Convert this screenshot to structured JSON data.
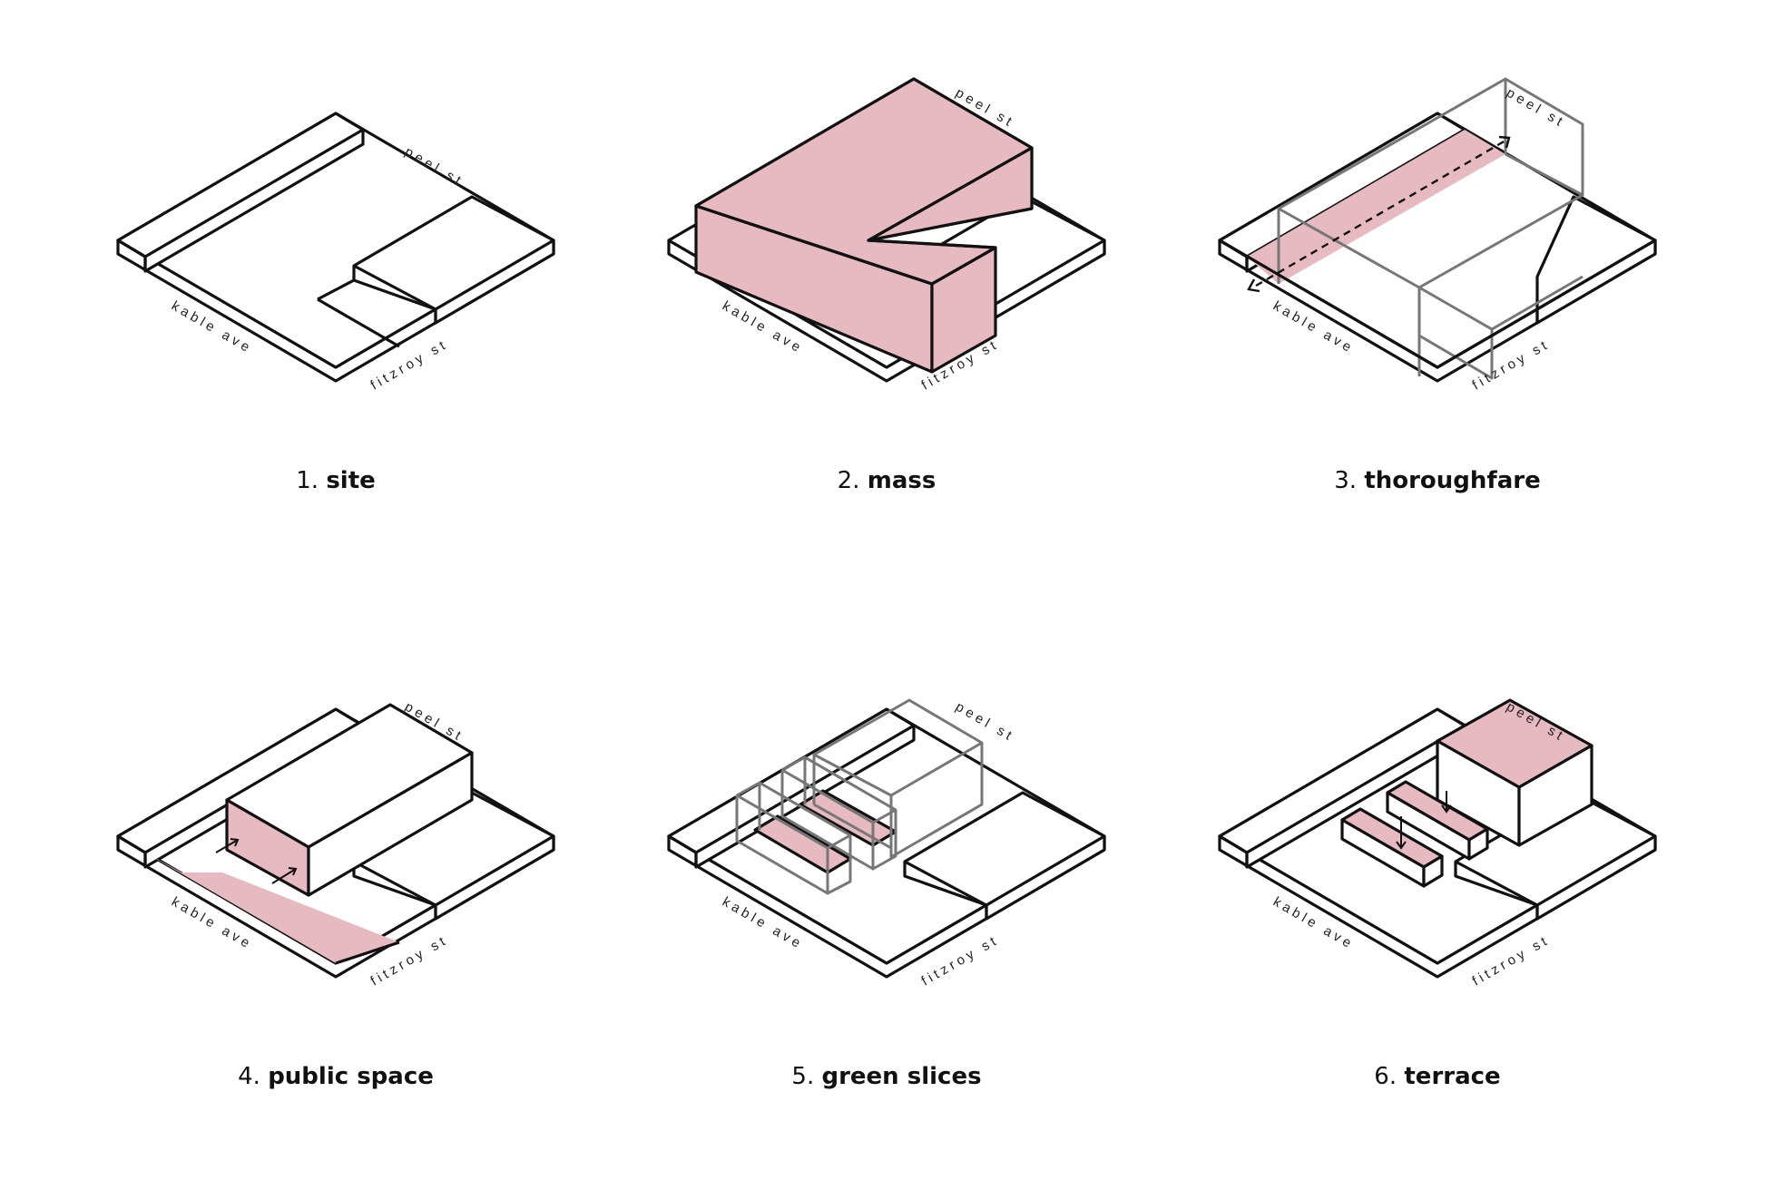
{
  "colors": {
    "accent_pink": "#e7b9c0",
    "line": "#111111",
    "ghost_line": "#777777"
  },
  "streets": {
    "north": "peel st",
    "west": "kable ave",
    "south": "fitzroy st"
  },
  "panels": [
    {
      "number": "1.",
      "name": "site"
    },
    {
      "number": "2.",
      "name": "mass"
    },
    {
      "number": "3.",
      "name": "thoroughfare"
    },
    {
      "number": "4.",
      "name": "public space"
    },
    {
      "number": "5.",
      "name": "green slices"
    },
    {
      "number": "6.",
      "name": "terrace"
    }
  ]
}
